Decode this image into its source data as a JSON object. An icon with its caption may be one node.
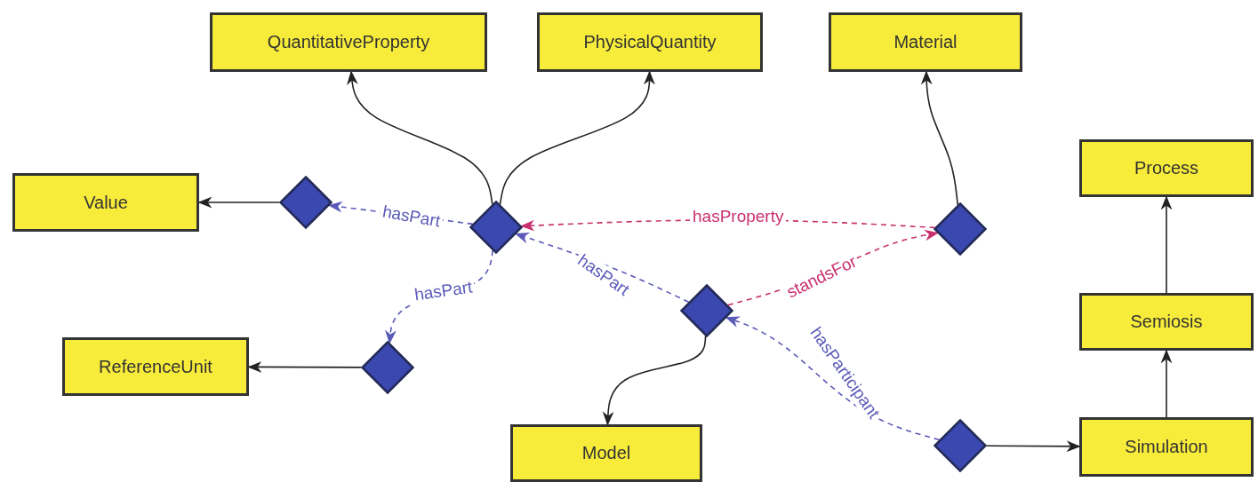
{
  "diagram": {
    "nodes": [
      {
        "text": [
          "QuantitativeProperty"
        ]
      },
      {
        "text": [
          "PhysicalQuantity"
        ]
      },
      {
        "text": [
          "Material"
        ]
      },
      {
        "text": [
          "Process"
        ]
      },
      {
        "text": [
          "Value"
        ]
      },
      {
        "text": [
          "Semiosis"
        ]
      },
      {
        "text": [
          "ReferenceUnit"
        ]
      },
      {
        "text": [
          "Model"
        ]
      },
      {
        "text": [
          "Simulation"
        ]
      },
      {
        "text": [],
        "shape": "diamond"
      },
      {
        "text": [],
        "shape": "diamond"
      },
      {
        "text": [],
        "shape": "diamond"
      },
      {
        "text": [],
        "shape": "diamond"
      },
      {
        "text": [],
        "shape": "diamond"
      },
      {
        "text": [],
        "shape": "diamond"
      }
    ],
    "edges": [
      {
        "from": 11,
        "to": 0,
        "arrow": "to"
      },
      {
        "from": 11,
        "to": 1,
        "arrow": "to"
      },
      {
        "from": 13,
        "to": 2,
        "arrow": "to"
      },
      {
        "from": 9,
        "to": 4,
        "arrow": "to"
      },
      {
        "from": 10,
        "to": 6,
        "arrow": "to"
      },
      {
        "from": 12,
        "to": 7,
        "arrow": "to"
      },
      {
        "from": 14,
        "to": 8,
        "arrow": "to"
      },
      {
        "from": 8,
        "to": 5,
        "arrow": "to"
      },
      {
        "from": 5,
        "to": 3,
        "arrow": "to"
      },
      {
        "from": 11,
        "to": 9,
        "arrow": "to",
        "label": "hasPart",
        "style": "dashed",
        "color": "#5a5ab8"
      },
      {
        "from": 11,
        "to": 10,
        "arrow": "to",
        "label": "hasPart",
        "style": "dashed",
        "color": "#5a5ab8"
      },
      {
        "from": 12,
        "to": 11,
        "arrow": "to",
        "label": "hasPart",
        "style": "dashed",
        "color": "#5a5ab8"
      },
      {
        "from": 13,
        "to": 11,
        "arrow": "to",
        "label": "hasProperty",
        "style": "dashed",
        "color": "#c8306e"
      },
      {
        "from": 12,
        "to": 13,
        "arrow": "to",
        "label": "standsFor",
        "style": "dashed",
        "color": "#c8306e"
      },
      {
        "from": 14,
        "to": 12,
        "arrow": "to",
        "label": "hasParticipant",
        "style": "dashed",
        "color": "#5a5ab8"
      }
    ]
  }
}
